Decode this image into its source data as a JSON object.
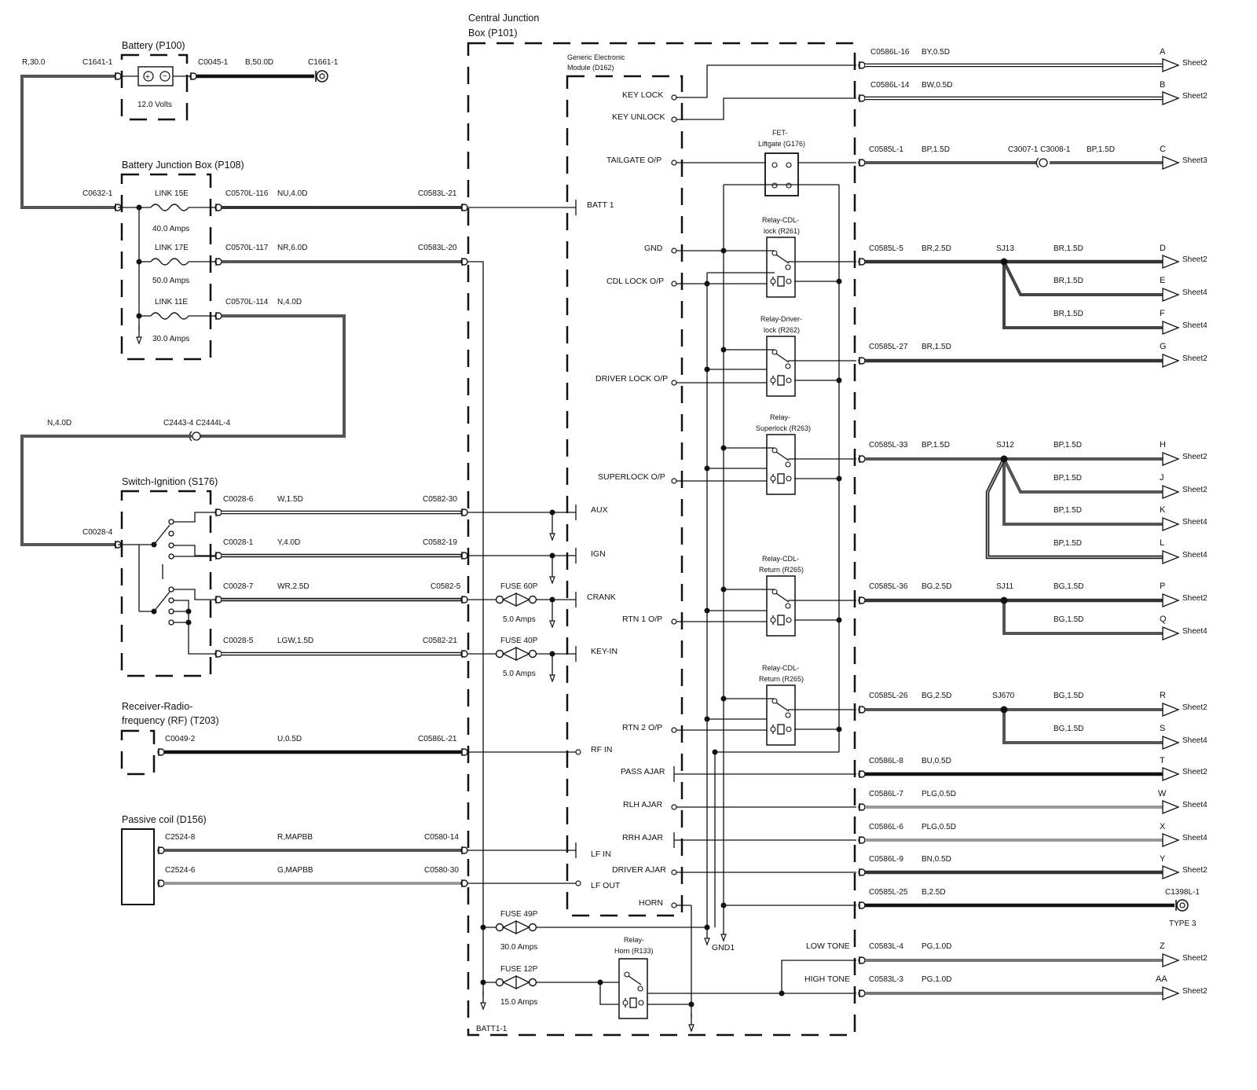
{
  "colors": {
    "background": "#ffffff",
    "ink": "#111111",
    "wire_dark": "#333333",
    "wire_mid": "#555555",
    "wire_light": "#999999",
    "wire_pale": "#c8c8c8"
  },
  "titles": {
    "battery": "Battery (P100)",
    "battery_volts": "12.0 Volts",
    "bjb": "Battery Junction Box (P108)",
    "cjb_line1": "Central Junction",
    "cjb_line2": "Box (P101)",
    "gem_line1": "Generic Electronic",
    "gem_line2": "Module (D162)",
    "ignition": "Switch-Ignition (S176)",
    "rf_line1": "Receiver-Radio-",
    "rf_line2": "frequency (RF) (T203)",
    "passive": "Passive coil (D156)",
    "fet_line1": "FET-",
    "fet_line2": "Liftgate (G176)",
    "r261_line1": "Relay-CDL-",
    "r261_line2": "lock (R261)",
    "r262_line1": "Relay-Driver-",
    "r262_line2": "lock (R262)",
    "r263_line1": "Relay-",
    "r263_line2": "Superlock (R263)",
    "r265a_line1": "Relay-CDL-",
    "r265a_line2": "Return (R265)",
    "r265b_line1": "Relay-CDL-",
    "r265b_line2": "Return (R265)",
    "horn_relay_line1": "Relay-",
    "horn_relay_line2": "Horn (R133)"
  },
  "links": {
    "l15e": "LINK 15E",
    "l15e_amps": "40.0 Amps",
    "l17e": "LINK 17E",
    "l17e_amps": "50.0 Amps",
    "l11e": "LINK 11E",
    "l11e_amps": "30.0 Amps"
  },
  "fuses": {
    "f60p": "FUSE 60P",
    "f60p_amps": "5.0 Amps",
    "f40p": "FUSE 40P",
    "f40p_amps": "5.0 Amps",
    "f49p": "FUSE 49P",
    "f49p_amps": "30.0 Amps",
    "f12p": "FUSE 12P",
    "f12p_amps": "15.0 Amps"
  },
  "connectors": {
    "c1641": "C1641-1",
    "c0045": "C0045-1",
    "c1661": "C1661-1",
    "c0632": "C0632-1",
    "c0570_116": "C0570L-116",
    "c0570_117": "C0570L-117",
    "c0570_114": "C0570L-114",
    "c0583_21": "C0583L-21",
    "c0583_20": "C0583L-20",
    "c2443": "C2443-4 C2444L-4",
    "c0028_4": "C0028-4",
    "c0028_6": "C0028-6",
    "c0028_1": "C0028-1",
    "c0028_7": "C0028-7",
    "c0028_5": "C0028-5",
    "c0582_30": "C0582-30",
    "c0582_19": "C0582-19",
    "c0582_5": "C0582-5",
    "c0582_21": "C0582-21",
    "c0049_2": "C0049-2",
    "c0586_21": "C0586L-21",
    "c2524_8": "C2524-8",
    "c2524_6": "C2524-6",
    "c0580_14": "C0580-14",
    "c0580_30": "C0580-30",
    "batt1_1": "BATT1-1",
    "c0586_16": "C0586L-16",
    "c0586_14": "C0586L-14",
    "c0585_1": "C0585L-1",
    "c3007": "C3007-1 C3008-1",
    "c0585_5": "C0585L-5",
    "c0585_27": "C0585L-27",
    "c0585_33": "C0585L-33",
    "c0585_36": "C0585L-36",
    "c0585_26": "C0585L-26",
    "c0586_8": "C0586L-8",
    "c0586_7": "C0586L-7",
    "c0586_6": "C0586L-6",
    "c0586_9": "C0586L-9",
    "c0585_25": "C0585L-25",
    "c1398": "C1398L-1",
    "type3": "TYPE 3",
    "c0583_4": "C0583L-4",
    "c0583_3": "C0583L-3"
  },
  "splices": {
    "sj13": "SJ13",
    "sj12": "SJ12",
    "sj11": "SJ11",
    "sj670": "SJ670"
  },
  "wires": {
    "r30": "R,30.0",
    "b50": "B,50.0D",
    "nu40": "NU,4.0D",
    "nr60": "NR,6.0D",
    "n40a": "N,4.0D",
    "n40b": "N,4.0D",
    "w15": "W,1.5D",
    "y40": "Y,4.0D",
    "wr25": "WR,2.5D",
    "lgw15": "LGW,1.5D",
    "u05": "U,0.5D",
    "rmap": "R,MAPBB",
    "gmap": "G,MAPBB",
    "by05": "BY,0.5D",
    "bw05": "BW,0.5D",
    "bp15_c1": "BP,1.5D",
    "bp15_c2": "BP,1.5D",
    "br25": "BR,2.5D",
    "br15_d": "BR,1.5D",
    "br15_e": "BR,1.5D",
    "br15_f": "BR,1.5D",
    "br15_g": "BR,1.5D",
    "bp15_h1": "BP,1.5D",
    "bp15_h2": "BP,1.5D",
    "bp15_j": "BP,1.5D",
    "bp15_k": "BP,1.5D",
    "bp15_l": "BP,1.5D",
    "bg25_p": "BG,2.5D",
    "bg15_p": "BG,1.5D",
    "bg15_q": "BG,1.5D",
    "bg25_r": "BG,2.5D",
    "bg15_r": "BG,1.5D",
    "bg15_s": "BG,1.5D",
    "bu05": "BU,0.5D",
    "plg05_w": "PLG,0.5D",
    "plg05_x": "PLG,0.5D",
    "bn05": "BN,0.5D",
    "b25": "B,2.5D",
    "pg10_z": "PG,1.0D",
    "pg10_aa": "PG,1.0D"
  },
  "pins": {
    "batt1": "BATT 1",
    "aux": "AUX",
    "ign": "IGN",
    "crank": "CRANK",
    "keyin": "KEY-IN",
    "rfin": "RF IN",
    "lfin": "LF IN",
    "lfout": "LF OUT",
    "keylock": "KEY LOCK",
    "keyunlock": "KEY UNLOCK",
    "tailgate": "TAILGATE O/P",
    "gnd": "GND",
    "cdllock": "CDL LOCK O/P",
    "driverlock": "DRIVER LOCK O/P",
    "superlock": "SUPERLOCK O/P",
    "rtn1": "RTN 1 O/P",
    "rtn2": "RTN 2 O/P",
    "passajar": "PASS AJAR",
    "rlhajar": "RLH AJAR",
    "rrhajar": "RRH AJAR",
    "driverajar": "DRIVER AJAR",
    "horn": "HORN",
    "gnd1": "GND1",
    "lowtone": "LOW TONE",
    "hightone": "HIGH TONE"
  },
  "outputs": {
    "a": "A",
    "b": "B",
    "c": "C",
    "d": "D",
    "e": "E",
    "f": "F",
    "g": "G",
    "h": "H",
    "j": "J",
    "k": "K",
    "l": "L",
    "p": "P",
    "q": "Q",
    "r": "R",
    "s": "S",
    "t": "T",
    "w": "W",
    "x": "X",
    "y": "Y",
    "z": "Z",
    "aa": "AA"
  },
  "sheets": {
    "a": "Sheet2",
    "b": "Sheet2",
    "c": "Sheet3",
    "d": "Sheet2",
    "e": "Sheet4",
    "f": "Sheet4",
    "g": "Sheet2",
    "h": "Sheet2",
    "j": "Sheet2",
    "k": "Sheet4",
    "l": "Sheet4",
    "p": "Sheet2",
    "q": "Sheet4",
    "r": "Sheet2",
    "s": "Sheet4",
    "t": "Sheet2",
    "w": "Sheet4",
    "x": "Sheet4",
    "y": "Sheet2",
    "z": "Sheet2",
    "aa": "Sheet2"
  }
}
